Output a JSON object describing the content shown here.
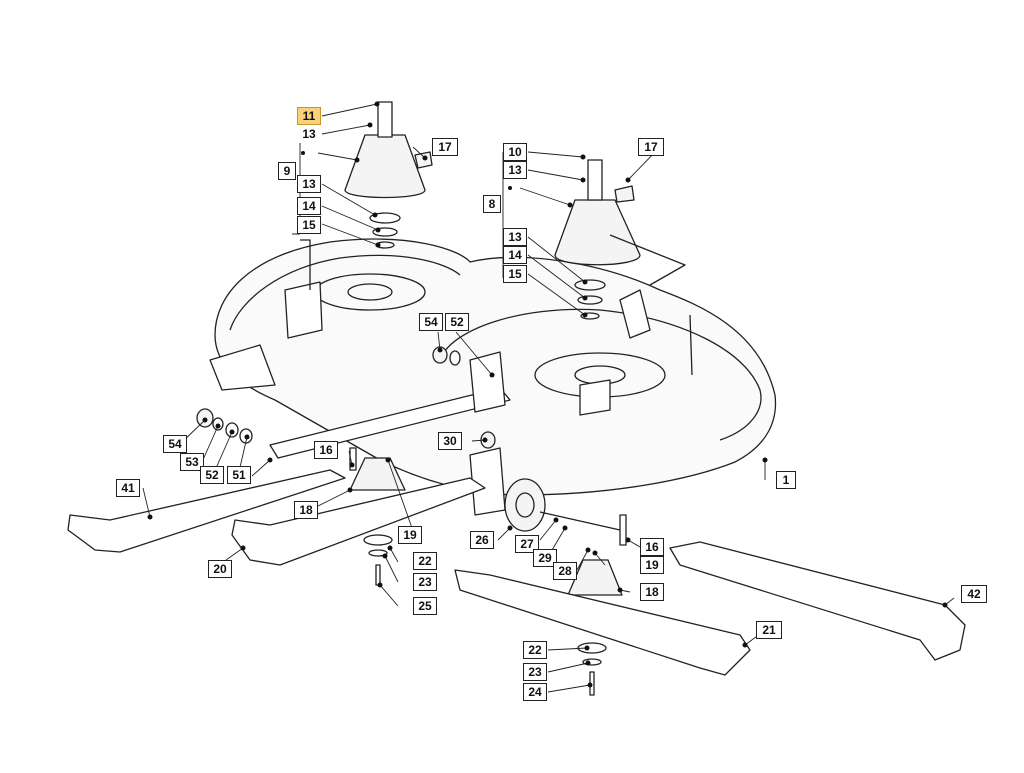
{
  "labels": {
    "p1": "1",
    "p8": "8",
    "p9": "9",
    "p10": "10",
    "p11": "11",
    "p13": "13",
    "p14": "14",
    "p15": "15",
    "p16": "16",
    "p17": "17",
    "p18": "18",
    "p19": "19",
    "p20": "20",
    "p21": "21",
    "p22": "22",
    "p23": "23",
    "p24": "24",
    "p25": "25",
    "p26": "26",
    "p27": "27",
    "p28": "28",
    "p29": "29",
    "p30": "30",
    "p41": "41",
    "p42": "42",
    "p51": "51",
    "p52": "52",
    "p53": "53",
    "p54": "54"
  },
  "highlighted_part": "11",
  "colors": {
    "line": "#222222",
    "highlight": "#f7d27a",
    "part_fill": "#f4f4f4"
  }
}
